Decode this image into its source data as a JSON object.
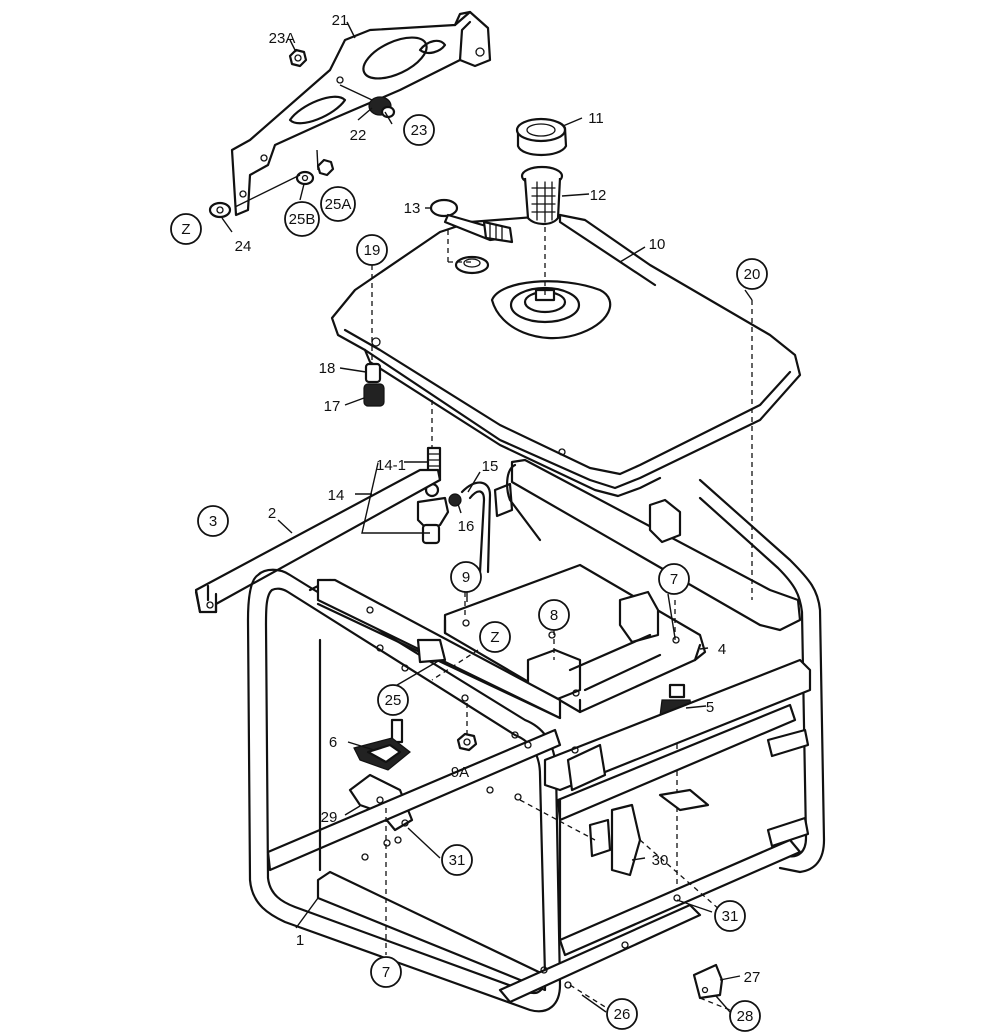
{
  "diagram": {
    "callouts": [
      {
        "id": "p1",
        "text": "1",
        "circled": false
      },
      {
        "id": "p2",
        "text": "2",
        "circled": false
      },
      {
        "id": "p3",
        "text": "3",
        "circled": true
      },
      {
        "id": "p4",
        "text": "4",
        "circled": false
      },
      {
        "id": "p5",
        "text": "5",
        "circled": false
      },
      {
        "id": "p6",
        "text": "6",
        "circled": false
      },
      {
        "id": "p7a",
        "text": "7",
        "circled": true
      },
      {
        "id": "p7b",
        "text": "7",
        "circled": true
      },
      {
        "id": "p8",
        "text": "8",
        "circled": true
      },
      {
        "id": "p9",
        "text": "9",
        "circled": true
      },
      {
        "id": "p9A",
        "text": "9A",
        "circled": false
      },
      {
        "id": "p10",
        "text": "10",
        "circled": false
      },
      {
        "id": "p11",
        "text": "11",
        "circled": false
      },
      {
        "id": "p12",
        "text": "12",
        "circled": false
      },
      {
        "id": "p13",
        "text": "13",
        "circled": false
      },
      {
        "id": "p14",
        "text": "14",
        "circled": false
      },
      {
        "id": "p14-1",
        "text": "14-1",
        "circled": false
      },
      {
        "id": "p15",
        "text": "15",
        "circled": false
      },
      {
        "id": "p16",
        "text": "16",
        "circled": false
      },
      {
        "id": "p17",
        "text": "17",
        "circled": false
      },
      {
        "id": "p18",
        "text": "18",
        "circled": false
      },
      {
        "id": "p19",
        "text": "19",
        "circled": true
      },
      {
        "id": "p20",
        "text": "20",
        "circled": true
      },
      {
        "id": "p21",
        "text": "21",
        "circled": false
      },
      {
        "id": "p22",
        "text": "22",
        "circled": false
      },
      {
        "id": "p23",
        "text": "23",
        "circled": true
      },
      {
        "id": "p23A",
        "text": "23A",
        "circled": false
      },
      {
        "id": "p24",
        "text": "24",
        "circled": false
      },
      {
        "id": "p25",
        "text": "25",
        "circled": true
      },
      {
        "id": "p25A",
        "text": "25A",
        "circled": true
      },
      {
        "id": "p25B",
        "text": "25B",
        "circled": true
      },
      {
        "id": "p26",
        "text": "26",
        "circled": true
      },
      {
        "id": "p27",
        "text": "27",
        "circled": false
      },
      {
        "id": "p28",
        "text": "28",
        "circled": true
      },
      {
        "id": "p29",
        "text": "29",
        "circled": false
      },
      {
        "id": "p30",
        "text": "30",
        "circled": false
      },
      {
        "id": "p31a",
        "text": "31",
        "circled": true
      },
      {
        "id": "p31b",
        "text": "31",
        "circled": true
      },
      {
        "id": "pZa",
        "text": "Z",
        "circled": true
      },
      {
        "id": "pZb",
        "text": "Z",
        "circled": true
      }
    ]
  }
}
